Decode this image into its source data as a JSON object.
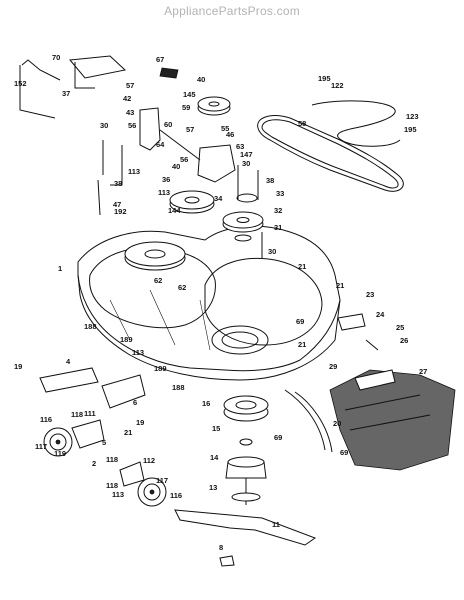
{
  "watermark": "AppliancePartsPros.com",
  "labels": [
    "1",
    "2",
    "4",
    "5",
    "6",
    "8",
    "11",
    "13",
    "14",
    "15",
    "16",
    "19",
    "20",
    "21",
    "23",
    "24",
    "25",
    "26",
    "27",
    "29",
    "30",
    "31",
    "32",
    "33",
    "34",
    "36",
    "37",
    "38",
    "40",
    "42",
    "43",
    "46",
    "47",
    "55",
    "56",
    "57",
    "58",
    "59",
    "60",
    "62",
    "63",
    "64",
    "67",
    "69",
    "70",
    "111",
    "112",
    "113",
    "116",
    "117",
    "118",
    "119",
    "122",
    "123",
    "144",
    "145",
    "147",
    "152",
    "188",
    "189",
    "192",
    "195"
  ],
  "colors": {
    "line": "#111111",
    "background": "#ffffff",
    "watermark": "#b4b4b4"
  }
}
